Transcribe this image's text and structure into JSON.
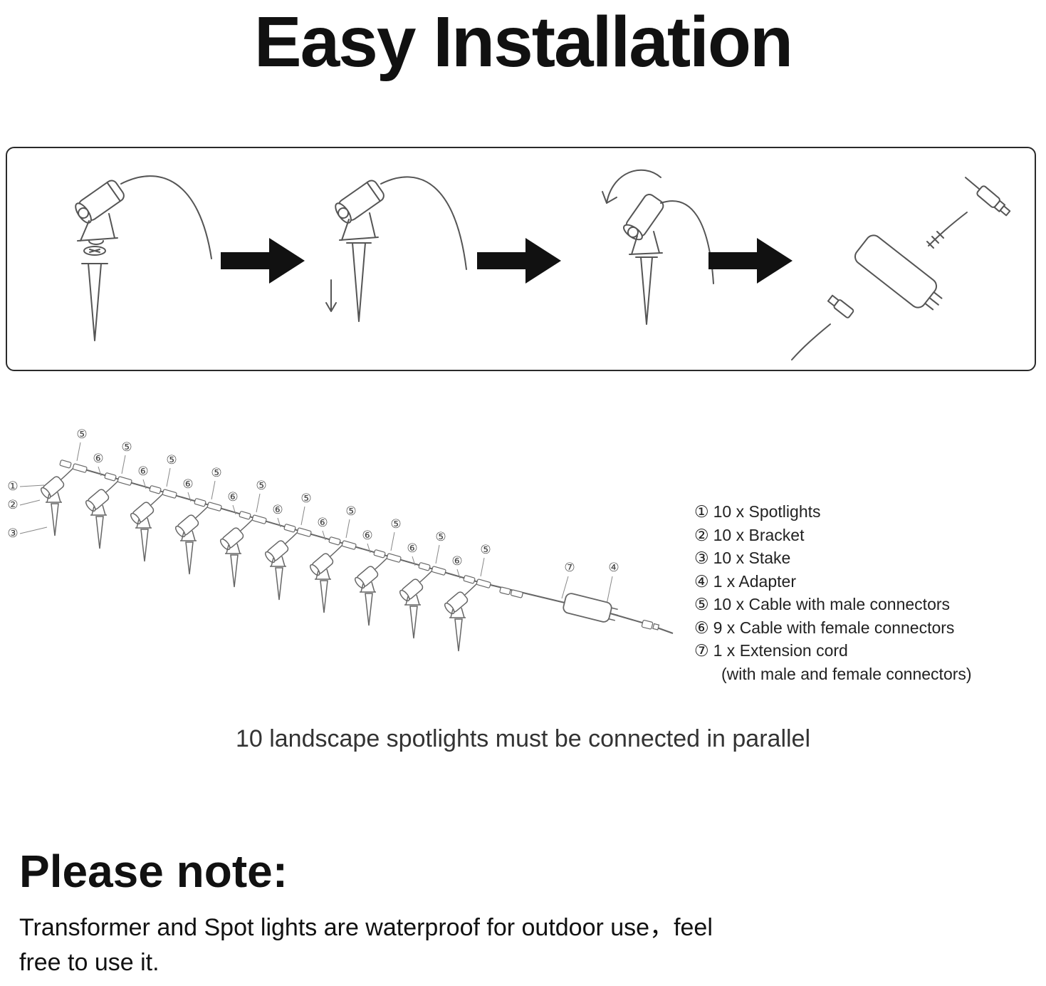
{
  "title": "Easy Installation",
  "chain_diagram": {
    "spotlight_count": 10,
    "labels": {
      "spotlight": "①",
      "bracket": "②",
      "stake": "③",
      "adapter": "④",
      "male_cable": "⑤",
      "female_cable": "⑥",
      "extension": "⑦"
    }
  },
  "parts_list": {
    "items": [
      {
        "marker": "①",
        "text": "10 x Spotlights"
      },
      {
        "marker": "②",
        "text": "10 x Bracket"
      },
      {
        "marker": "③",
        "text": "10 x Stake"
      },
      {
        "marker": "④",
        "text": "1 x Adapter"
      },
      {
        "marker": "⑤",
        "text": "10 x Cable with male connectors"
      },
      {
        "marker": "⑥",
        "text": "9 x Cable with female connectors"
      },
      {
        "marker": "⑦",
        "text": "1 x Extension cord"
      },
      {
        "marker": "",
        "text": "(with male and female connectors)"
      }
    ]
  },
  "caption": "10 landscape spotlights must be connected in parallel",
  "note": {
    "heading": "Please note:",
    "lines": [
      "Transformer and Spot lights are waterproof for outdoor use，feel",
      "free to use it."
    ]
  }
}
